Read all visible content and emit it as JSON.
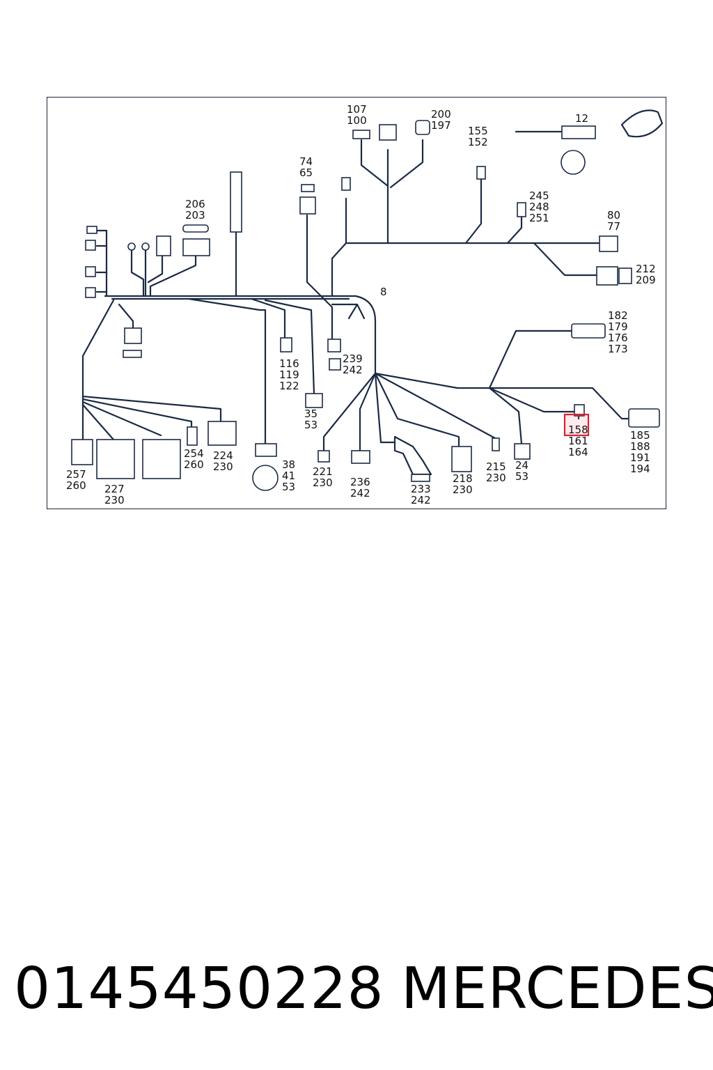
{
  "callouts": [
    {
      "id": "c107",
      "lines": [
        "107",
        "100"
      ]
    },
    {
      "id": "c200",
      "lines": [
        "200",
        "197"
      ]
    },
    {
      "id": "c155",
      "lines": [
        "155",
        "152"
      ]
    },
    {
      "id": "c12",
      "lines": [
        "12"
      ]
    },
    {
      "id": "c74",
      "lines": [
        "74",
        "65"
      ]
    },
    {
      "id": "c206",
      "lines": [
        "206",
        "203"
      ]
    },
    {
      "id": "c245",
      "lines": [
        "245",
        "248",
        "251"
      ]
    },
    {
      "id": "c80",
      "lines": [
        "80",
        "77"
      ]
    },
    {
      "id": "c212",
      "lines": [
        "212",
        "209"
      ]
    },
    {
      "id": "c8",
      "lines": [
        "8"
      ]
    },
    {
      "id": "c182",
      "lines": [
        "182",
        "179",
        "176",
        "173"
      ]
    },
    {
      "id": "c239",
      "lines": [
        "239",
        "242"
      ]
    },
    {
      "id": "c116",
      "lines": [
        "116",
        "119",
        "122"
      ]
    },
    {
      "id": "c35",
      "lines": [
        "35",
        "53"
      ]
    },
    {
      "id": "c158",
      "lines": [
        "158",
        "161",
        "164"
      ]
    },
    {
      "id": "c185",
      "lines": [
        "185",
        "188",
        "191",
        "194"
      ]
    },
    {
      "id": "c254",
      "lines": [
        "254",
        "260"
      ]
    },
    {
      "id": "c224",
      "lines": [
        "224",
        "230"
      ]
    },
    {
      "id": "c38",
      "lines": [
        "38",
        "41",
        "53"
      ]
    },
    {
      "id": "c221",
      "lines": [
        "221",
        "230"
      ]
    },
    {
      "id": "c236",
      "lines": [
        "236",
        "242"
      ]
    },
    {
      "id": "c233",
      "lines": [
        "233",
        "242"
      ]
    },
    {
      "id": "c218",
      "lines": [
        "218",
        "230"
      ]
    },
    {
      "id": "c215",
      "lines": [
        "215",
        "230"
      ]
    },
    {
      "id": "c24",
      "lines": [
        "24",
        "53"
      ]
    },
    {
      "id": "c257",
      "lines": [
        "257",
        "260"
      ]
    },
    {
      "id": "c227",
      "lines": [
        "227",
        "230"
      ]
    }
  ],
  "highlighted_callout": "158",
  "colors": {
    "wire": "#1a2a44",
    "highlight": "#e01f2f"
  },
  "footer": {
    "part_number": "0145450228",
    "brand": "MERCEDES"
  }
}
